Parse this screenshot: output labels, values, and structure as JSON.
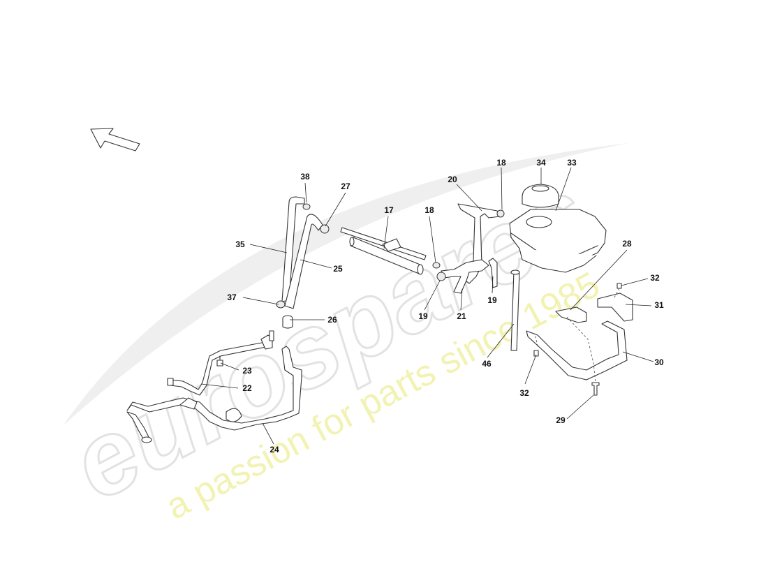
{
  "watermark": {
    "brand": "eurospares",
    "tagline": "a passion for parts since 1985",
    "brand_color": "#e4e4e4",
    "tagline_color": "#f3f3b0"
  },
  "direction_arrow": {
    "icon": "direction-arrow-icon"
  },
  "parts": [
    {
      "id": "38",
      "label": "38"
    },
    {
      "id": "27",
      "label": "27"
    },
    {
      "id": "35",
      "label": "35"
    },
    {
      "id": "25",
      "label": "25"
    },
    {
      "id": "37",
      "label": "37"
    },
    {
      "id": "26",
      "label": "26"
    },
    {
      "id": "23",
      "label": "23"
    },
    {
      "id": "22",
      "label": "22"
    },
    {
      "id": "24",
      "label": "24"
    },
    {
      "id": "17",
      "label": "17"
    },
    {
      "id": "18a",
      "label": "18"
    },
    {
      "id": "20",
      "label": "20"
    },
    {
      "id": "18b",
      "label": "18"
    },
    {
      "id": "34",
      "label": "34"
    },
    {
      "id": "33",
      "label": "33"
    },
    {
      "id": "19a",
      "label": "19"
    },
    {
      "id": "21",
      "label": "21"
    },
    {
      "id": "19b",
      "label": "19"
    },
    {
      "id": "46",
      "label": "46"
    },
    {
      "id": "28",
      "label": "28"
    },
    {
      "id": "32a",
      "label": "32"
    },
    {
      "id": "31",
      "label": "31"
    },
    {
      "id": "30",
      "label": "30"
    },
    {
      "id": "32b",
      "label": "32"
    },
    {
      "id": "29",
      "label": "29"
    }
  ]
}
